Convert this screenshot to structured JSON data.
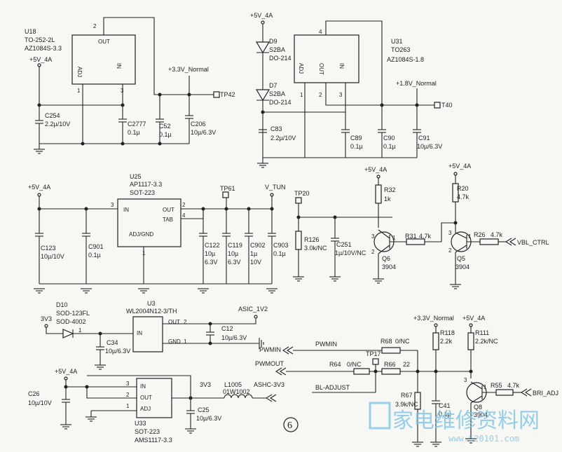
{
  "u18": {
    "ref": "U18",
    "pkg": "TO-252-2L",
    "part": "AZ1084S-3.3",
    "pin_out": "OUT",
    "pin_adj": "ADJ",
    "pin_in": "IN",
    "n2": "2",
    "n1": "1",
    "n3": "3"
  },
  "top_left": {
    "rail": "+5V_4A",
    "rail33": "+3.3V_Normal",
    "tp": "TP42",
    "c254": "C254",
    "c254v": "2.2µ/10V",
    "c2777": "C2777",
    "c2777v": "0.1µ",
    "c52": "C52",
    "c52v": "0.1µ",
    "c206": "C206",
    "c206v": "10µ/6.3V"
  },
  "u31": {
    "ref": "U31",
    "pkg": "TO263",
    "part": "AZ1084S-1.8",
    "pin_adj": "ADJ",
    "pin_out": "OUT",
    "pin_in": "IN",
    "n4": "4",
    "n1": "1",
    "n2": "2",
    "n3": "3"
  },
  "top_right": {
    "rail": "+5V_4A",
    "d9": "D9",
    "d9p": "S2BA",
    "d9k": "DO-214",
    "d7": "D7",
    "d7p": "S2BA",
    "d7k": "DO-214",
    "rail18": "+1.8V_Normal",
    "tp": "T40",
    "c83": "C83",
    "c83v": "2.2µ/10V",
    "c89": "C89",
    "c89v": "0.1µ",
    "c90": "C90",
    "c90v": "0.1µ",
    "c91": "C91",
    "c91v": "10µ/6.3V"
  },
  "u25": {
    "ref": "U25",
    "part": "AP1117-3.3",
    "pkg": "SOT-223",
    "pin_in": "IN",
    "pin_out": "OUT",
    "pin_tab": "TAB",
    "pin_adj": "ADJ/GND",
    "n3": "3",
    "n2": "2",
    "n4": "4",
    "n1": "1"
  },
  "mid_left": {
    "rail": "+5V_4A",
    "tp": "TP61",
    "vtun": "V_TUN",
    "c123": "C123",
    "c123v": "10µ/10V",
    "c901": "C901",
    "c901v": "0.1µ",
    "c122": "C122",
    "c122v1": "10µ",
    "c122v2": "6.3V",
    "c119": "C119",
    "c119v1": "10µ",
    "c119v2": "6.3V",
    "c902": "C902",
    "c902v1": "1µ",
    "c902v2": "10V",
    "c903": "C903",
    "c903v": "0.1µ"
  },
  "mid_right": {
    "tp": "TP20",
    "rail": "+5V_4A",
    "rail2": "+5V_4A",
    "r32": "R32",
    "r32v": "1k",
    "r20": "R20",
    "r20v": "4.7k",
    "r126": "R126",
    "r126v": "3.0k/NC",
    "c251": "C251",
    "c251v": "1µ/10V/NC",
    "n2": "2",
    "q6": "Q6",
    "q6p": "3904",
    "r31": "R31",
    "r31v": "4.7k",
    "q5": "Q5",
    "q5p": "3904",
    "r26": "R26",
    "r26v": "4.7k",
    "vbl": "VBL_CTRL",
    "n3a": "3",
    "n1a": "1",
    "n3b": "3",
    "n1b": "1",
    "n2b": "2"
  },
  "bottom_left": {
    "d10": "D10",
    "d10p": "SOD-123FL",
    "d10k": "SOD-4002",
    "v3v3": "3V3",
    "u3": "U3",
    "u3p": "WL2004N12-3/TH",
    "pin_in": "IN",
    "pin_out": "OUT",
    "pin_gnd": "GND",
    "n2": "2",
    "n1": "1",
    "asic": "ASIC_1V2",
    "c12": "C12",
    "c12v": "10µ/6.3V",
    "c34": "C34",
    "c34v": "10µ/6.3V",
    "rail": "+5V_4A",
    "c26": "C26",
    "c26v": "10µ/10V",
    "u33_in": "IN",
    "u33_out": "OUT",
    "u33_adj": "ADJ",
    "u33n3": "3",
    "u33n2": "2",
    "u33n1": "1",
    "u33": "U33",
    "u33pkg": "SOT-223",
    "u33p": "AMS1117-3.3",
    "v3v3b": "3V3",
    "l1005": "L1005",
    "l1005p": "01W1002",
    "ashc": "ASHC-3V3",
    "c25": "C25",
    "c25v": "10µ/6.3V"
  },
  "bottom_right": {
    "rail33": "+3.3V_Normal",
    "rail5": "+5V_4A",
    "r118": "R118",
    "r118v": "2.2k",
    "r111": "R111",
    "r111v": "2.2k/NC",
    "pwmin1": "PWMIN",
    "pwmin2": "PWMIN",
    "r68": "R68",
    "r68v": "0/NC",
    "tp17": "TP17",
    "pwmout": "PWMOUT",
    "r64": "R64",
    "r64v": "0/NC",
    "r66": "R66",
    "r66v": "22",
    "bladj": "BL-ADJUST",
    "r67": "R67",
    "r67v": "3.9k/NC",
    "c41": "C41",
    "c41v": "0.1µ",
    "q8": "Q8",
    "q8p": "3904",
    "r55": "R55",
    "r55v": "4.7k",
    "briadj": "BRI_ADJ",
    "n3": "3",
    "n1": "1"
  },
  "page_number": "6",
  "watermark": {
    "cn": "家电维修资料网",
    "url": "www.520101.com"
  }
}
